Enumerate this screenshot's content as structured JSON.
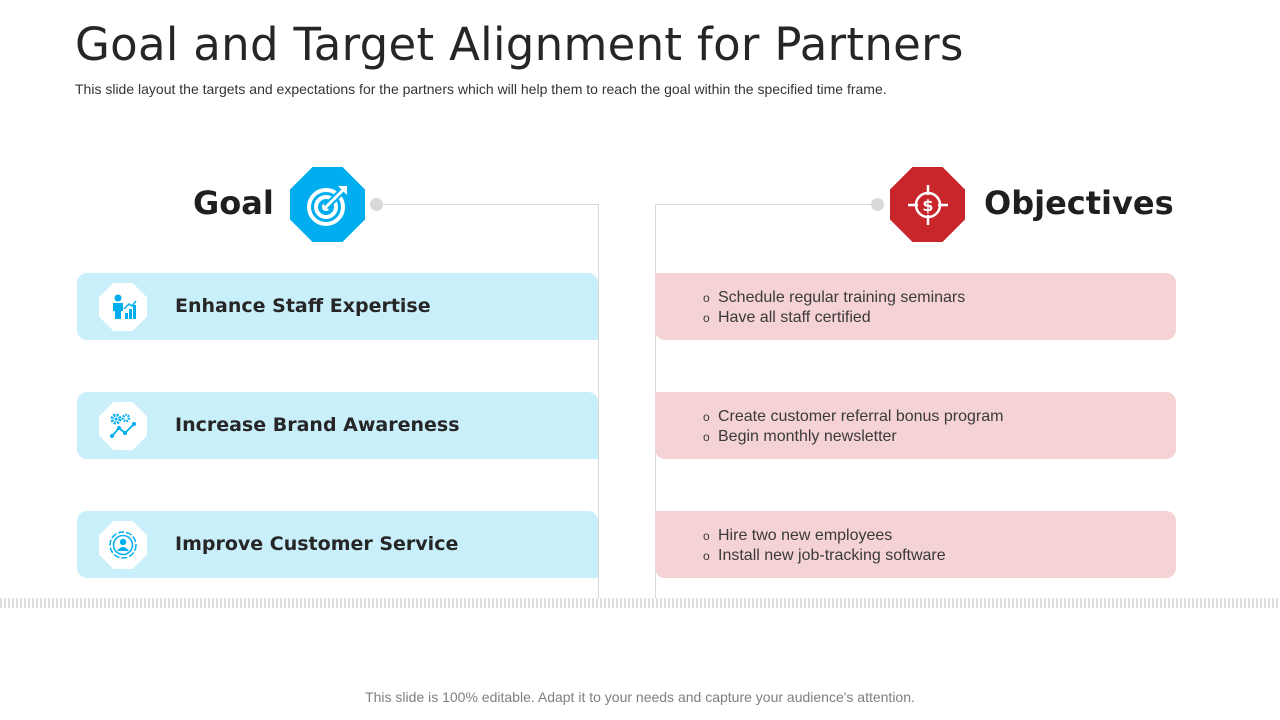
{
  "slide": {
    "title": "Goal and Target Alignment for Partners",
    "subtitle": "This slide layout the targets and expectations for the partners which will help them to reach the goal within the specified time frame.",
    "footer": "This slide is 100% editable.  Adapt it to your needs and capture your audience's attention."
  },
  "goal_section": {
    "heading": "Goal",
    "icon": "target-icon",
    "accent_color": "#00aeef",
    "card_color": "#c9effb",
    "items": [
      {
        "label": "Enhance Staff Expertise",
        "icon": "staff-growth-icon"
      },
      {
        "label": "Increase Brand Awareness",
        "icon": "gears-chart-icon"
      },
      {
        "label": "Improve Customer Service",
        "icon": "customer-service-icon"
      }
    ]
  },
  "objectives_section": {
    "heading": "Objectives",
    "icon": "dollar-target-icon",
    "accent_color": "#c8262b",
    "card_color": "#f5d2d3",
    "bullet": "o",
    "items": [
      {
        "points": [
          "Schedule regular training seminars",
          "Have all staff certified"
        ]
      },
      {
        "points": [
          "Create customer referral bonus program",
          "Begin monthly  newsletter"
        ]
      },
      {
        "points": [
          "Hire two new employees",
          "Install  new job-tracking software"
        ]
      }
    ]
  }
}
